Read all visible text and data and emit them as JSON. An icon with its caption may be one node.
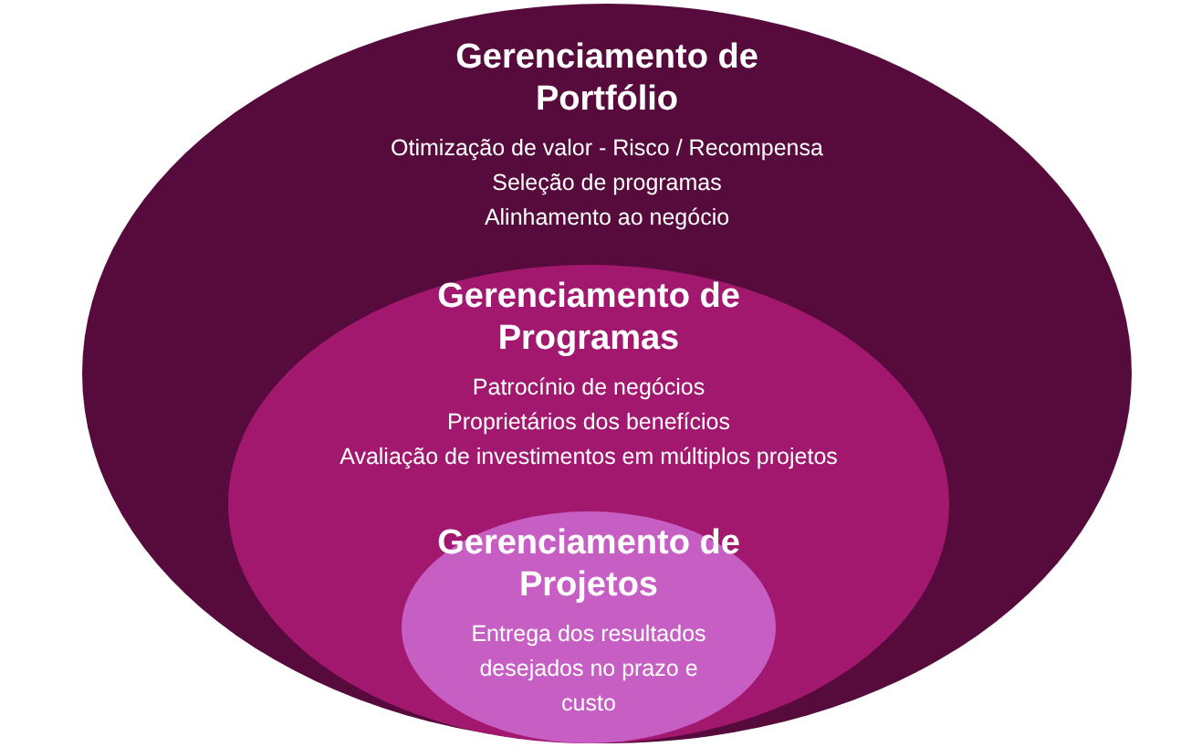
{
  "diagram": {
    "nodes": [
      {
        "text": [
          "Gerenciamento de Portfólio",
          "Otimização de valor - Risco / Recompensa",
          "Seleção de programas",
          "Alinhamento ao negócio"
        ]
      },
      {
        "text": [
          "Gerenciamento de Programas",
          "Patrocínio de negócios",
          "Proprietários dos benefícios",
          "Avaliação de investimentos em múltiplos projetos"
        ],
        "in": 0
      },
      {
        "text": [
          "Gerenciamento de Projetos",
          "Entrega dos resultados desejados no prazo e custo"
        ],
        "in": 1
      }
    ],
    "edges": []
  }
}
